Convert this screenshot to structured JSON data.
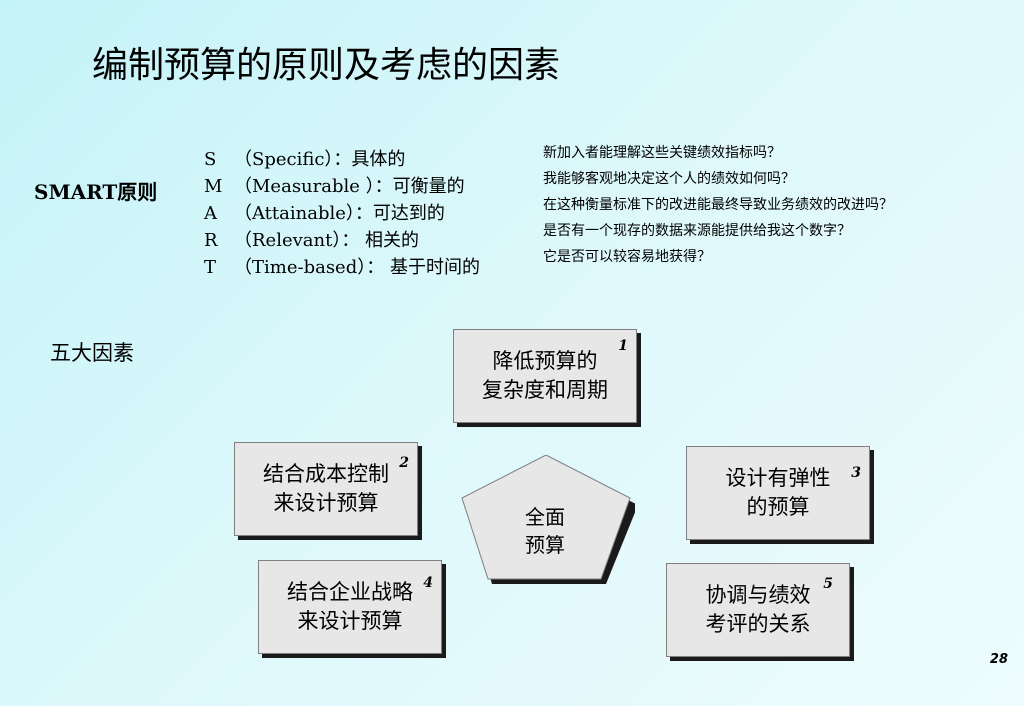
{
  "title": "编制预算的原则及考虑的因素",
  "smart": {
    "label": "SMART原则",
    "items": [
      {
        "letter": "S",
        "text": "（Specific）：具体的"
      },
      {
        "letter": "M",
        "text": "（Measurable ）：可衡量的"
      },
      {
        "letter": "A",
        "text": "（Attainable）：可达到的"
      },
      {
        "letter": "R",
        "text": "（Relevant）： 相关的"
      },
      {
        "letter": "T",
        "text": "（Time-based）： 基于时间的"
      }
    ],
    "questions": [
      "新加入者能理解这些关键绩效指标吗？",
      "我能够客观地决定这个人的绩效如何吗？",
      "在这种衡量标准下的改进能最终导致业务绩效的改进吗？",
      "是否有一个现存的数据来源能提供给我这个数字？",
      "它是否可以较容易地获得？"
    ]
  },
  "factors": {
    "label": "五大因素",
    "center": "全面\n预算",
    "boxes": [
      {
        "num": "1",
        "text": "降低预算的\n复杂度和周期"
      },
      {
        "num": "2",
        "text": "结合成本控制\n来设计预算"
      },
      {
        "num": "3",
        "text": "设计有弹性\n的预算"
      },
      {
        "num": "4",
        "text": "结合企业战略\n来设计预算"
      },
      {
        "num": "5",
        "text": "协调与绩效\n考评的关系"
      }
    ]
  },
  "page_number": "28"
}
